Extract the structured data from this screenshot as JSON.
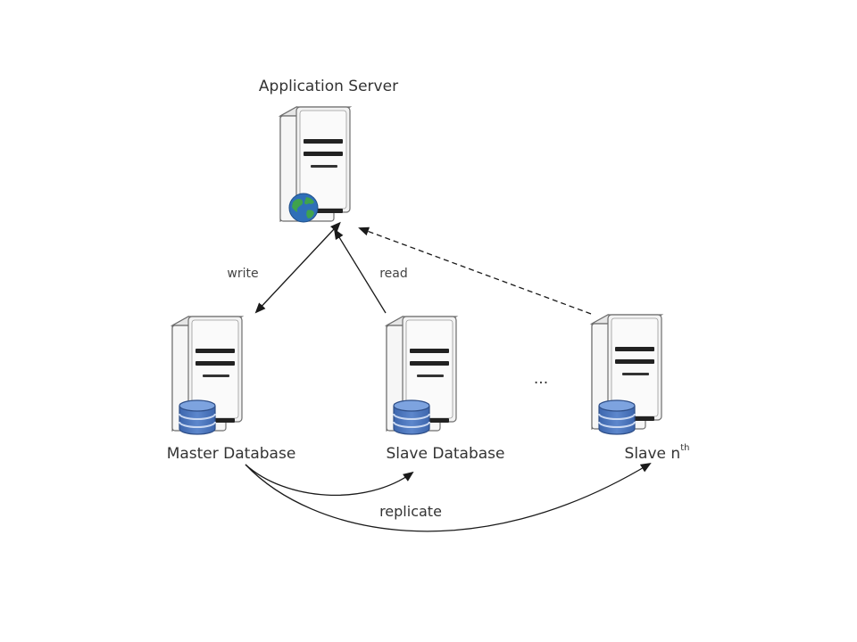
{
  "nodes": {
    "app_server": {
      "label": "Application Server",
      "icon": "globe-icon"
    },
    "master_db": {
      "label": "Master Database",
      "icon": "database-icon"
    },
    "slave_db": {
      "label": "Slave Database",
      "icon": "database-icon"
    },
    "slave_nth": {
      "label": "Slave n",
      "superscript": "th",
      "icon": "database-icon"
    }
  },
  "edges": {
    "write": {
      "label": "write",
      "from": "app_server",
      "to": "master_db",
      "style": "solid",
      "bidirectional": true
    },
    "read": {
      "label": "read",
      "from": "slave_db",
      "to": "app_server",
      "style": "solid"
    },
    "read_nth": {
      "label": "",
      "from": "slave_nth",
      "to": "app_server",
      "style": "dashed"
    },
    "replicate": {
      "label": "replicate",
      "from": "master_db",
      "to": [
        "slave_db",
        "slave_nth"
      ],
      "style": "curved"
    }
  },
  "ellipsis": "...",
  "colors": {
    "db_blue": "#4a73b8",
    "db_dark": "#2f4f88",
    "globe_blue": "#2f6fb8",
    "globe_green": "#3fa34d",
    "line": "#1a1a1a"
  }
}
